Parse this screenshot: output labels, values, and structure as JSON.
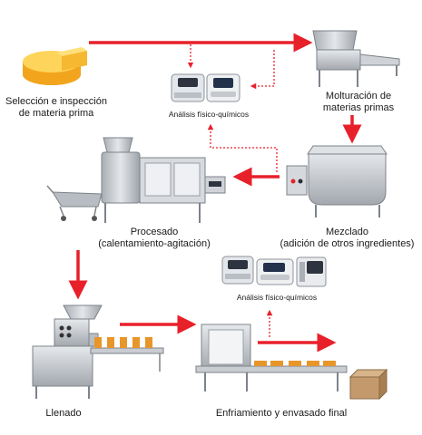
{
  "steps": {
    "seleccion": {
      "line1": "Selección e inspección",
      "line2": "de materia prima"
    },
    "molturacion": {
      "line1": "Molturación de",
      "line2": "materias primas"
    },
    "mezclado": {
      "line1": "Mezclado",
      "line2": "(adición de otros ingredientes)"
    },
    "procesado": {
      "line1": "Procesado",
      "line2": "(calentamiento-agitación)"
    },
    "llenado": {
      "line1": "Llenado"
    },
    "enfriamiento": {
      "line1": "Enfriamiento y envasado final"
    }
  },
  "analysis": {
    "top": "Análisis físico-químicos",
    "bottom": "Análisis físico-químicos"
  },
  "colors": {
    "arrow": "#e8202a",
    "steel": "#c9cdd2",
    "steel_dark": "#8d939a",
    "cheese": "#f2a51c",
    "product": "#e8962a",
    "box": "#c49a6c"
  }
}
